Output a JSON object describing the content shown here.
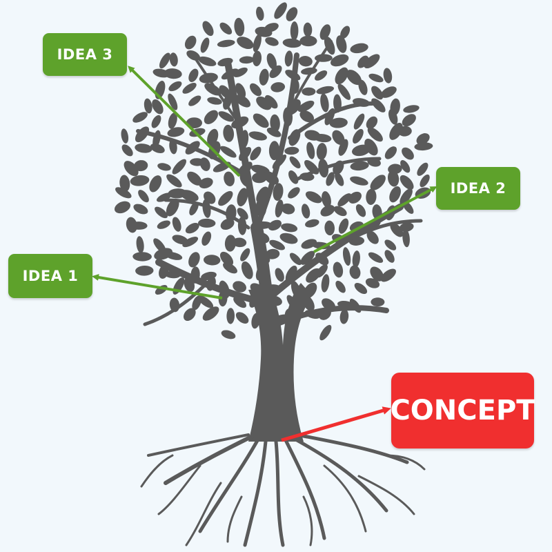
{
  "diagram": {
    "labels": {
      "idea_1": "IDEA 1",
      "idea_2": "IDEA 2",
      "idea_3": "IDEA 3",
      "concept": "CONCEPT"
    },
    "colors": {
      "background": "#f2f8fc",
      "idea_box": "#5ea22b",
      "concept_box": "#f02f2f",
      "tree": "#5a5a5a",
      "idea_arrow": "#5ea22b",
      "concept_arrow": "#f02f2f"
    }
  }
}
